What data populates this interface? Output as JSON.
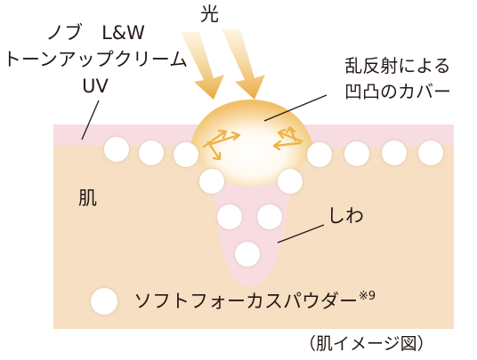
{
  "product": {
    "line1": "ノブ　L&W",
    "line2": "トーンアップクリーム",
    "line3": "UV"
  },
  "labels": {
    "light": "光",
    "scatter_line1": "乱反射による",
    "scatter_line2": "凹凸のカバー",
    "skin": "肌",
    "wrinkle": "しわ",
    "powder": "ソフトフォーカスパウダー",
    "powder_note": "※9",
    "caption": "（肌イメージ図）"
  },
  "colors": {
    "skin": "#f6dfc2",
    "cream_layer": "#f7dde2",
    "light_arrow": "#edb449",
    "text": "#231815",
    "particle": "#ffffff"
  }
}
